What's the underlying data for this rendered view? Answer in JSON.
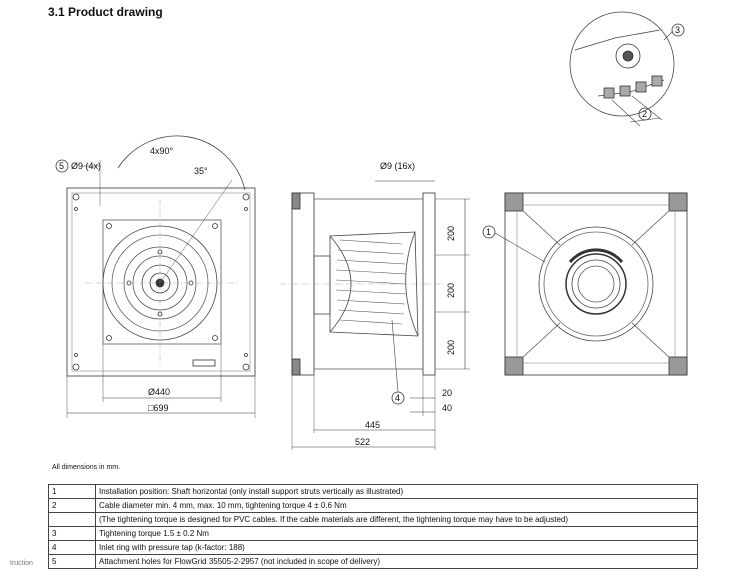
{
  "title": "3.1 Product drawing",
  "note": "All dimensions in mm.",
  "edge_text": "truction",
  "dims": {
    "angle_4x90": "4x90°",
    "angle_35": "35°",
    "hole_4x": "Ø9 (4x)",
    "hole_16x": "Ø9 (16x)",
    "d440": "Ø440",
    "sq699": "□699",
    "h200a": "200",
    "h200b": "200",
    "h200c": "200",
    "d20": "20",
    "d40": "40",
    "d445": "445",
    "d522": "522"
  },
  "callouts": [
    "1",
    "2",
    "3",
    "4",
    "5"
  ],
  "notes": [
    {
      "num": "1",
      "text": "Installation position: Shaft horizontal (only install support struts vertically as illustrated)"
    },
    {
      "num": "2",
      "text": "Cable diameter min. 4 mm, max. 10 mm, tightening torque 4 ± 0.6 Nm"
    },
    {
      "num": "",
      "text": "(The tightening torque is designed for PVC cables. If the cable materials are different, the tightening torque may have to be adjusted)"
    },
    {
      "num": "3",
      "text": "Tightening torque 1.5 ± 0.2 Nm"
    },
    {
      "num": "4",
      "text": "Inlet ring with pressure tap (k-factor: 188)"
    },
    {
      "num": "5",
      "text": "Attachment holes for FlowGrid 35505-2-2957 (not included in scope of delivery)"
    }
  ]
}
